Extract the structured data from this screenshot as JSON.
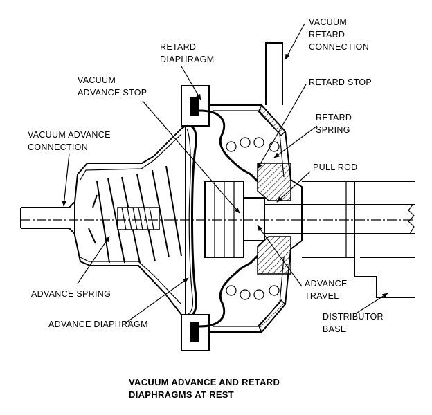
{
  "labels": {
    "vacuum_retard_connection": [
      "VACUUM",
      "RETARD",
      "CONNECTION"
    ],
    "retard_diaphragm": [
      "RETARD",
      "DIAPHRAGM"
    ],
    "vacuum_advance_stop": [
      "VACUUM",
      "ADVANCE STOP"
    ],
    "retard_stop": [
      "RETARD STOP"
    ],
    "retard_spring": [
      "RETARD",
      "SPRING"
    ],
    "vacuum_advance_connection": [
      "VACUUM ADVANCE",
      "CONNECTION"
    ],
    "pull_rod": [
      "PULL ROD"
    ],
    "advance_spring": [
      "ADVANCE SPRING"
    ],
    "advance_travel": [
      "ADVANCE",
      "TRAVEL"
    ],
    "advance_diaphragm": [
      "ADVANCE DIAPHRAGM"
    ],
    "distributor_base": [
      "DISTRIBUTOR",
      "BASE"
    ]
  },
  "caption": [
    "VACUUM ADVANCE AND RETARD",
    "DIAPHRAGMS AT REST"
  ]
}
